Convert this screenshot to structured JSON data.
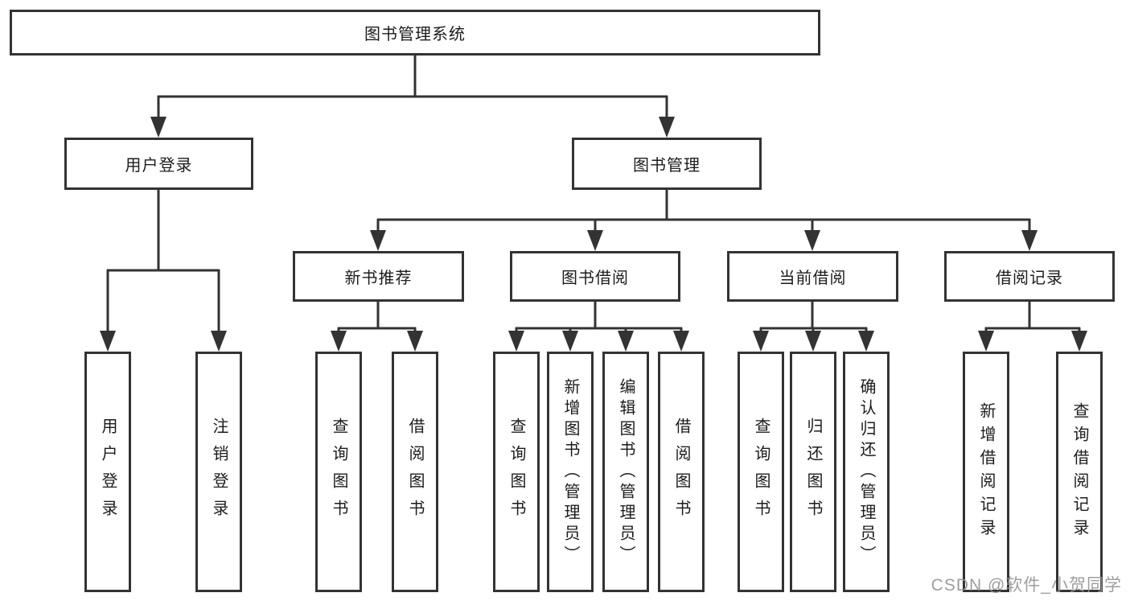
{
  "diagram": {
    "title": "图书管理系统",
    "branches": [
      {
        "label": "用户登录",
        "children": [
          {
            "label": "用户登录"
          },
          {
            "label": "注销登录"
          }
        ]
      },
      {
        "label": "图书管理",
        "children": [
          {
            "label": "新书推荐",
            "children": [
              {
                "label": "查询图书"
              },
              {
                "label": "借阅图书"
              }
            ]
          },
          {
            "label": "图书借阅",
            "children": [
              {
                "label": "查询图书"
              },
              {
                "label": "新增图书（管理员）"
              },
              {
                "label": "编辑图书（管理员）"
              },
              {
                "label": "借阅图书"
              }
            ]
          },
          {
            "label": "当前借阅",
            "children": [
              {
                "label": "查询图书"
              },
              {
                "label": "归还图书"
              },
              {
                "label": "确认归还（管理员）"
              }
            ]
          },
          {
            "label": "借阅记录",
            "children": [
              {
                "label": "新增借阅记录"
              },
              {
                "label": "查询借阅记录"
              }
            ]
          }
        ]
      }
    ]
  },
  "watermark": {
    "text": "CSDN @软件_小贺同学"
  },
  "colors": {
    "line": "#333333",
    "text": "#1c1c1c",
    "watermark": "#949494",
    "background": "#ffffff"
  }
}
